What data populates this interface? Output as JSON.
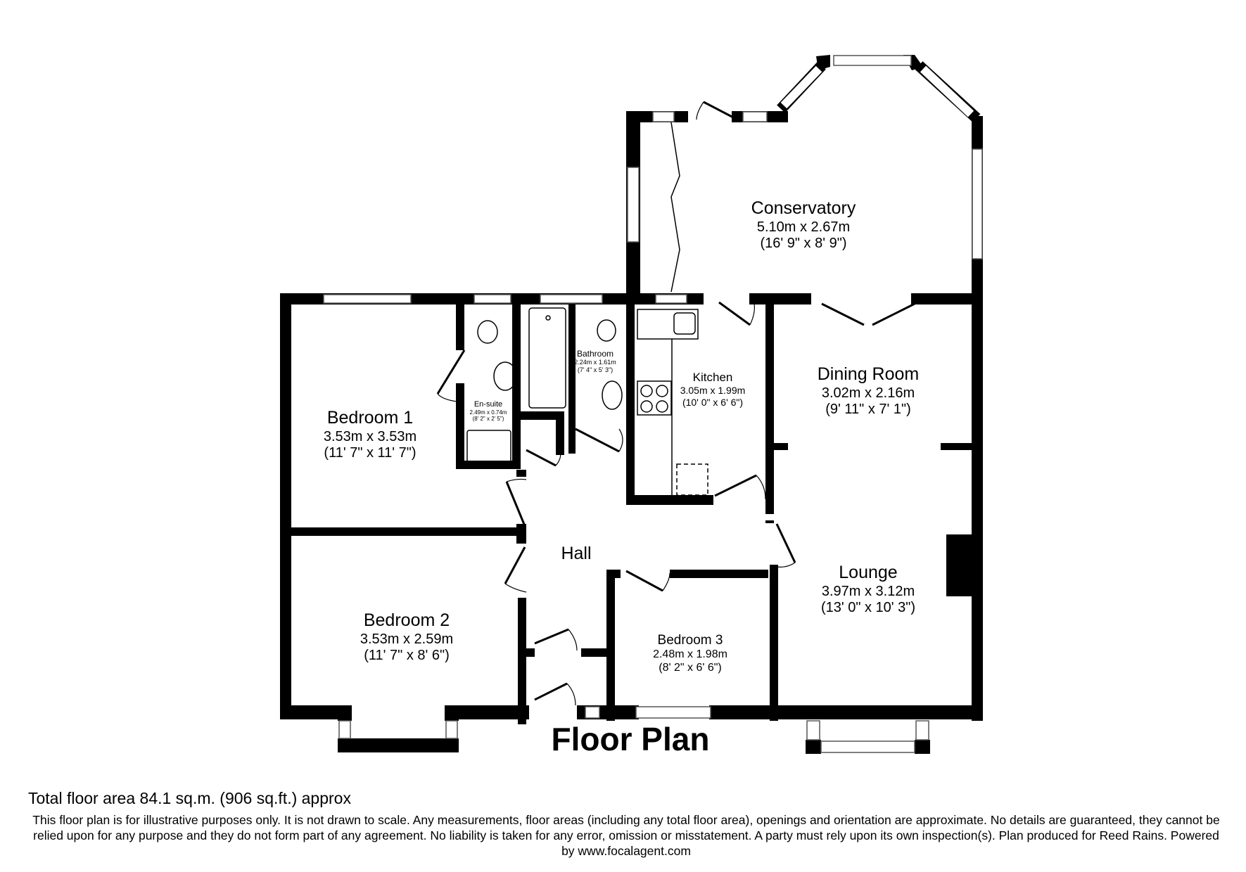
{
  "plan": {
    "title": "Floor Plan",
    "rooms": [
      {
        "name": "Conservatory",
        "metric": "5.10m x 2.67m",
        "imperial": "(16' 9\" x 8' 9\")"
      },
      {
        "name": "Dining Room",
        "metric": "3.02m x 2.16m",
        "imperial": "(9' 11\" x 7' 1\")"
      },
      {
        "name": "Kitchen",
        "metric": "3.05m x 1.99m",
        "imperial": "(10' 0\" x 6' 6\")"
      },
      {
        "name": "Bathroom",
        "metric": "2.24m x 1.61m",
        "imperial": "(7' 4\" x 5' 3\")"
      },
      {
        "name": "En-suite",
        "metric": "2.49m x 0.74m",
        "imperial": "(8' 2\" x 2' 5\")"
      },
      {
        "name": "Bedroom 1",
        "metric": "3.53m x 3.53m",
        "imperial": "(11' 7\" x 11' 7\")"
      },
      {
        "name": "Bedroom 2",
        "metric": "3.53m x 2.59m",
        "imperial": "(11' 7\" x 8' 6\")"
      },
      {
        "name": "Bedroom 3",
        "metric": "2.48m x 1.98m",
        "imperial": "(8' 2\" x 6' 6\")"
      },
      {
        "name": "Lounge",
        "metric": "3.97m x 3.12m",
        "imperial": "(13' 0\" x 10' 3\")"
      },
      {
        "name": "Hall"
      }
    ],
    "colors": {
      "wall": "#000000",
      "background": "#ffffff",
      "window_fill": "#ffffff",
      "window_line": "#555555"
    }
  },
  "footer": {
    "total_area": "Total floor area 84.1 sq.m. (906 sq.ft.) approx",
    "disclaimer": "This floor plan is for illustrative purposes only. It is not drawn to scale. Any measurements, floor areas (including any total floor area), openings and orientation are approximate. No details are guaranteed, they cannot be relied upon for any purpose and they do not form part of any agreement. No liability is taken for any error, omission or misstatement. A party must rely upon its own inspection(s). Plan produced for Reed Rains. Powered by www.focalagent.com"
  }
}
